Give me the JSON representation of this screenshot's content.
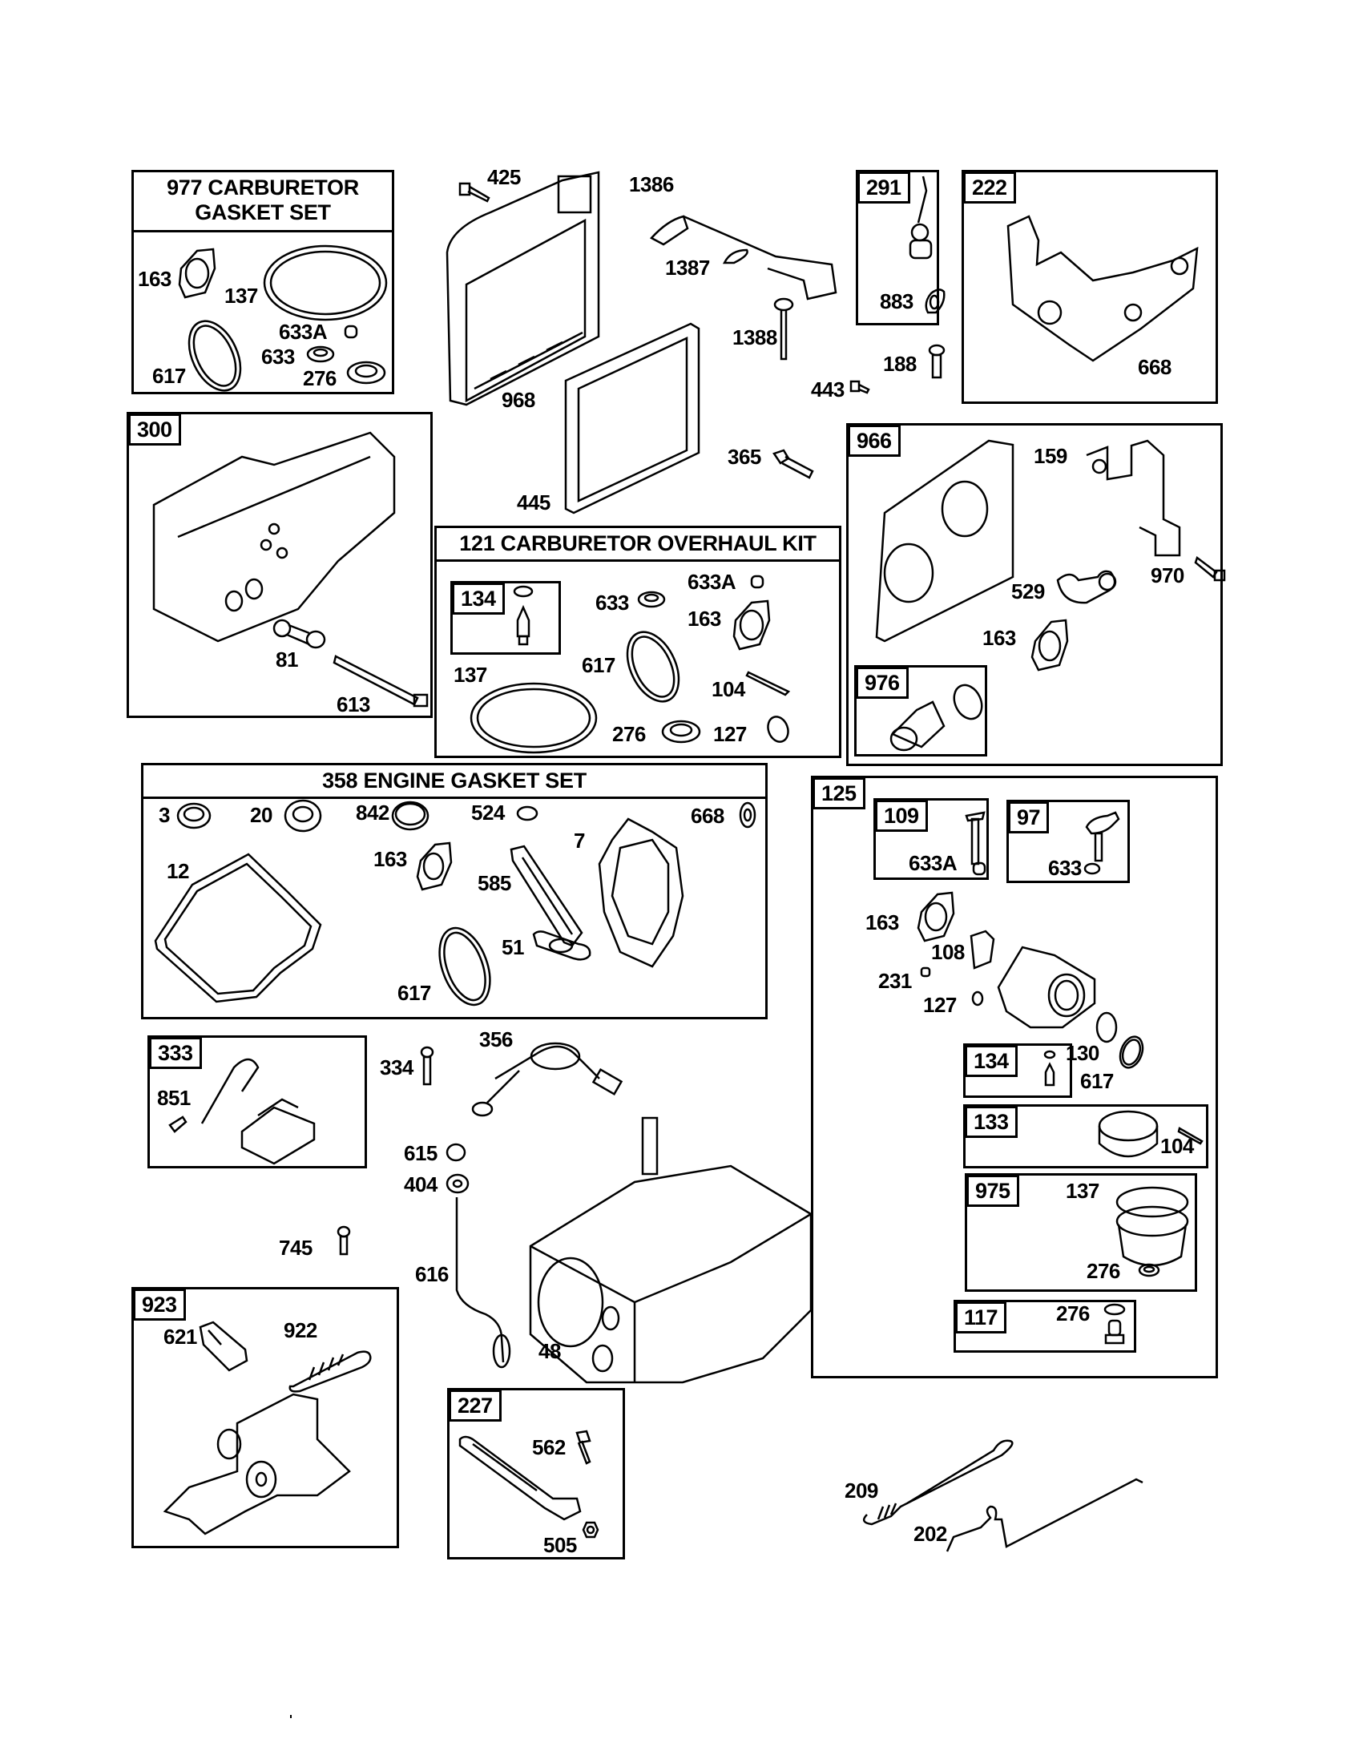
{
  "diagram": {
    "type": "exploded parts diagram",
    "subject": "small engine (carburetor, air cleaner, muffler, crankcase, ignition, governor)",
    "line_color": "#000000",
    "background": "#ffffff"
  },
  "kits": {
    "carb_gasket_set": {
      "title_line1": "977 CARBURETOR",
      "title_line2": "GASKET SET",
      "parts": [
        "163",
        "137",
        "617",
        "633A",
        "633",
        "276"
      ]
    },
    "carb_overhaul_kit": {
      "title": "121 CARBURETOR OVERHAUL KIT",
      "sub_tag": "134",
      "parts": [
        "633",
        "633A",
        "163",
        "137",
        "617",
        "104",
        "276",
        "127"
      ]
    },
    "engine_gasket_set": {
      "title": "358 ENGINE GASKET SET",
      "parts": [
        "3",
        "20",
        "842",
        "524",
        "7",
        "668",
        "12",
        "163",
        "585",
        "51",
        "617"
      ]
    }
  },
  "assemblies": {
    "a291": {
      "tag": "291",
      "parts": [
        "883"
      ]
    },
    "a222": {
      "tag": "222",
      "parts": [
        "668"
      ]
    },
    "a300": {
      "tag": "300",
      "parts": [
        "81",
        "613"
      ]
    },
    "a966": {
      "tag": "966",
      "parts": [
        "159",
        "970",
        "529",
        "163"
      ]
    },
    "a976": {
      "tag": "976"
    },
    "a125": {
      "tag": "125",
      "parts": [
        "163",
        "108",
        "231",
        "127",
        "130",
        "617"
      ]
    },
    "a109": {
      "tag": "109",
      "parts": [
        "633A"
      ]
    },
    "a97": {
      "tag": "97",
      "parts": [
        "633"
      ]
    },
    "a134": {
      "tag": "134"
    },
    "a133": {
      "tag": "133",
      "parts": [
        "104"
      ]
    },
    "a975": {
      "tag": "975",
      "parts": [
        "137",
        "276"
      ]
    },
    "a117": {
      "tag": "117",
      "parts": [
        "276"
      ]
    },
    "a333": {
      "tag": "333",
      "parts": [
        "851"
      ]
    },
    "a923": {
      "tag": "923",
      "parts": [
        "621",
        "922"
      ]
    },
    "a227": {
      "tag": "227",
      "parts": [
        "562",
        "505"
      ]
    }
  },
  "loose_parts": [
    "425",
    "968",
    "445",
    "1386",
    "1387",
    "1388",
    "443",
    "188",
    "365",
    "334",
    "356",
    "615",
    "404",
    "616",
    "745",
    "48",
    "209",
    "202"
  ]
}
